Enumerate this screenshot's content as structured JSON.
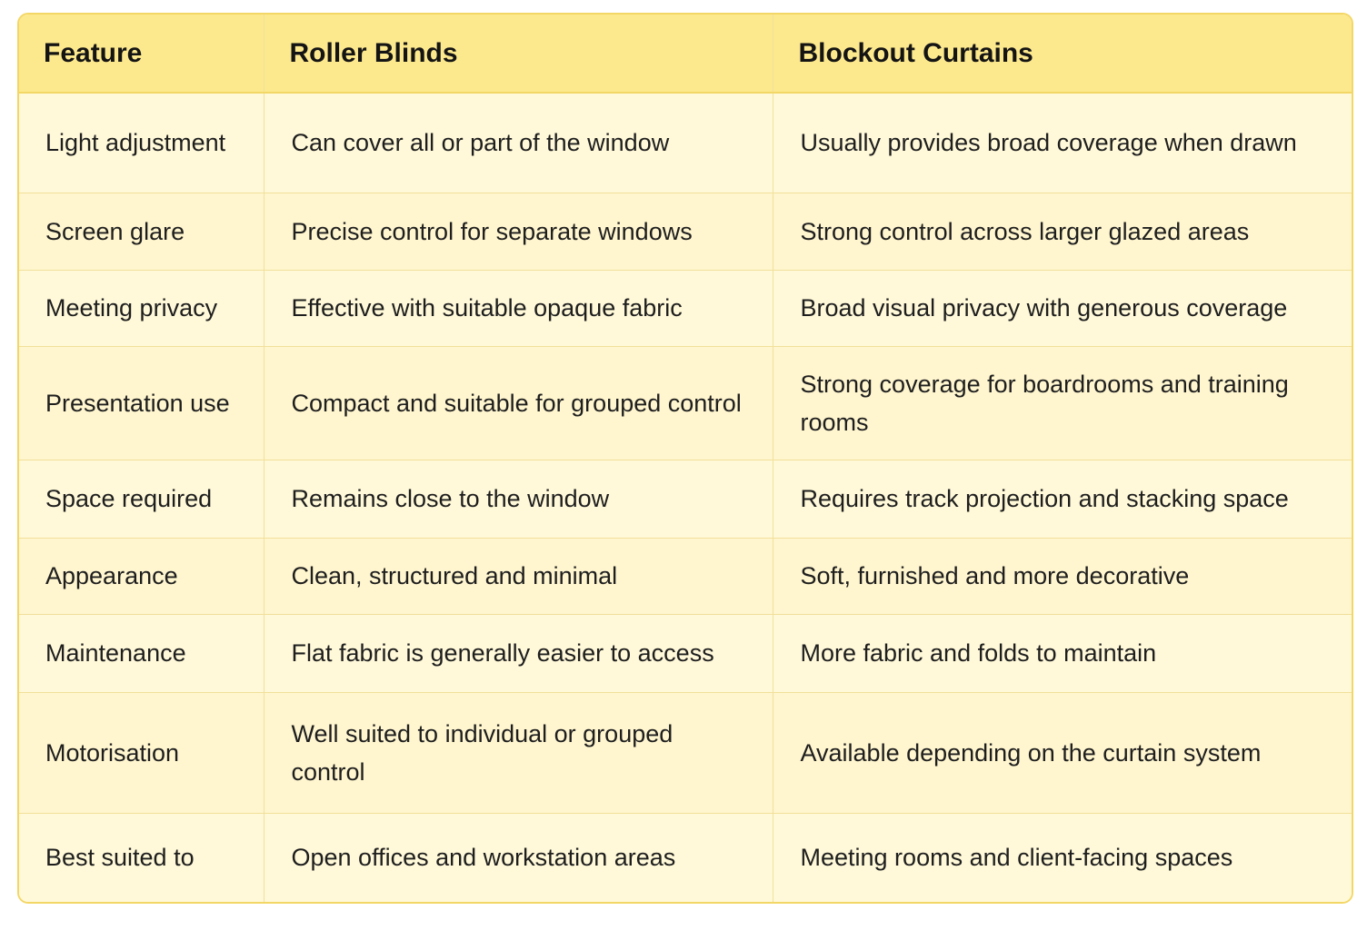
{
  "table": {
    "headers": [
      "Feature",
      "Roller Blinds",
      "Blockout Curtains"
    ],
    "rows": [
      [
        "Light adjustment",
        "Can cover all or part of the window",
        "Usually provides broad coverage when drawn"
      ],
      [
        "Screen glare",
        "Precise control for separate windows",
        "Strong control across larger glazed areas"
      ],
      [
        "Meeting privacy",
        "Effective with suitable opaque fabric",
        "Broad visual privacy with generous coverage"
      ],
      [
        "Presentation use",
        "Compact and suitable for grouped control",
        "Strong coverage for boardrooms and training rooms"
      ],
      [
        "Space required",
        "Remains close to the window",
        "Requires track projection and stacking space"
      ],
      [
        "Appearance",
        "Clean, structured and minimal",
        "Soft, furnished and more decorative"
      ],
      [
        "Maintenance",
        "Flat fabric is generally easier to access",
        "More fabric and folds to maintain"
      ],
      [
        "Motorisation",
        "Well suited to individual or grouped control",
        "Available depending on the curtain system"
      ],
      [
        "Best suited to",
        "Open offices and workstation areas",
        "Meeting rooms and client-facing spaces"
      ]
    ]
  },
  "colors": {
    "header_background": "#fde98d",
    "body_background": "#fff9d9",
    "border": "#f3d766"
  }
}
